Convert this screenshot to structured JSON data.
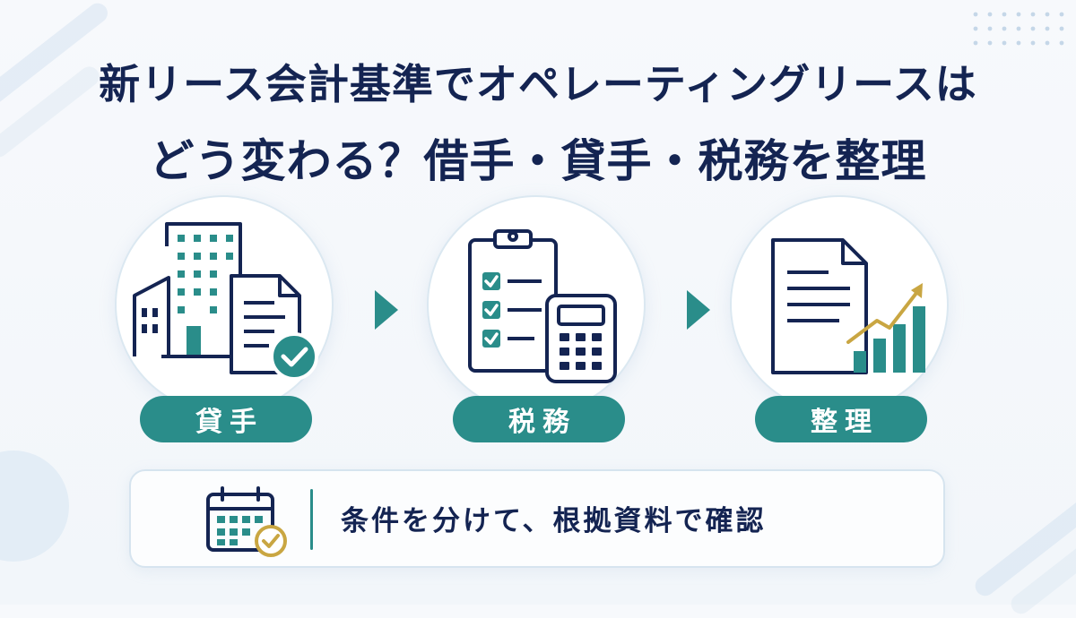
{
  "title": {
    "line1": "新リース会計基準でオペレーティングリースは",
    "line2": "どう変わる？借手・貸手・税務を整理"
  },
  "steps": [
    {
      "label": "貸手",
      "icon": "building-document-check-icon"
    },
    {
      "label": "税務",
      "icon": "checklist-calculator-icon"
    },
    {
      "label": "整理",
      "icon": "document-growth-chart-icon"
    }
  ],
  "note": {
    "text": "条件を分けて、根拠資料で確認",
    "icon": "calendar-check-icon"
  },
  "colors": {
    "navy": "#142452",
    "teal": "#2a8d8a",
    "gold": "#c9a642",
    "background": "#f4f7fb"
  }
}
